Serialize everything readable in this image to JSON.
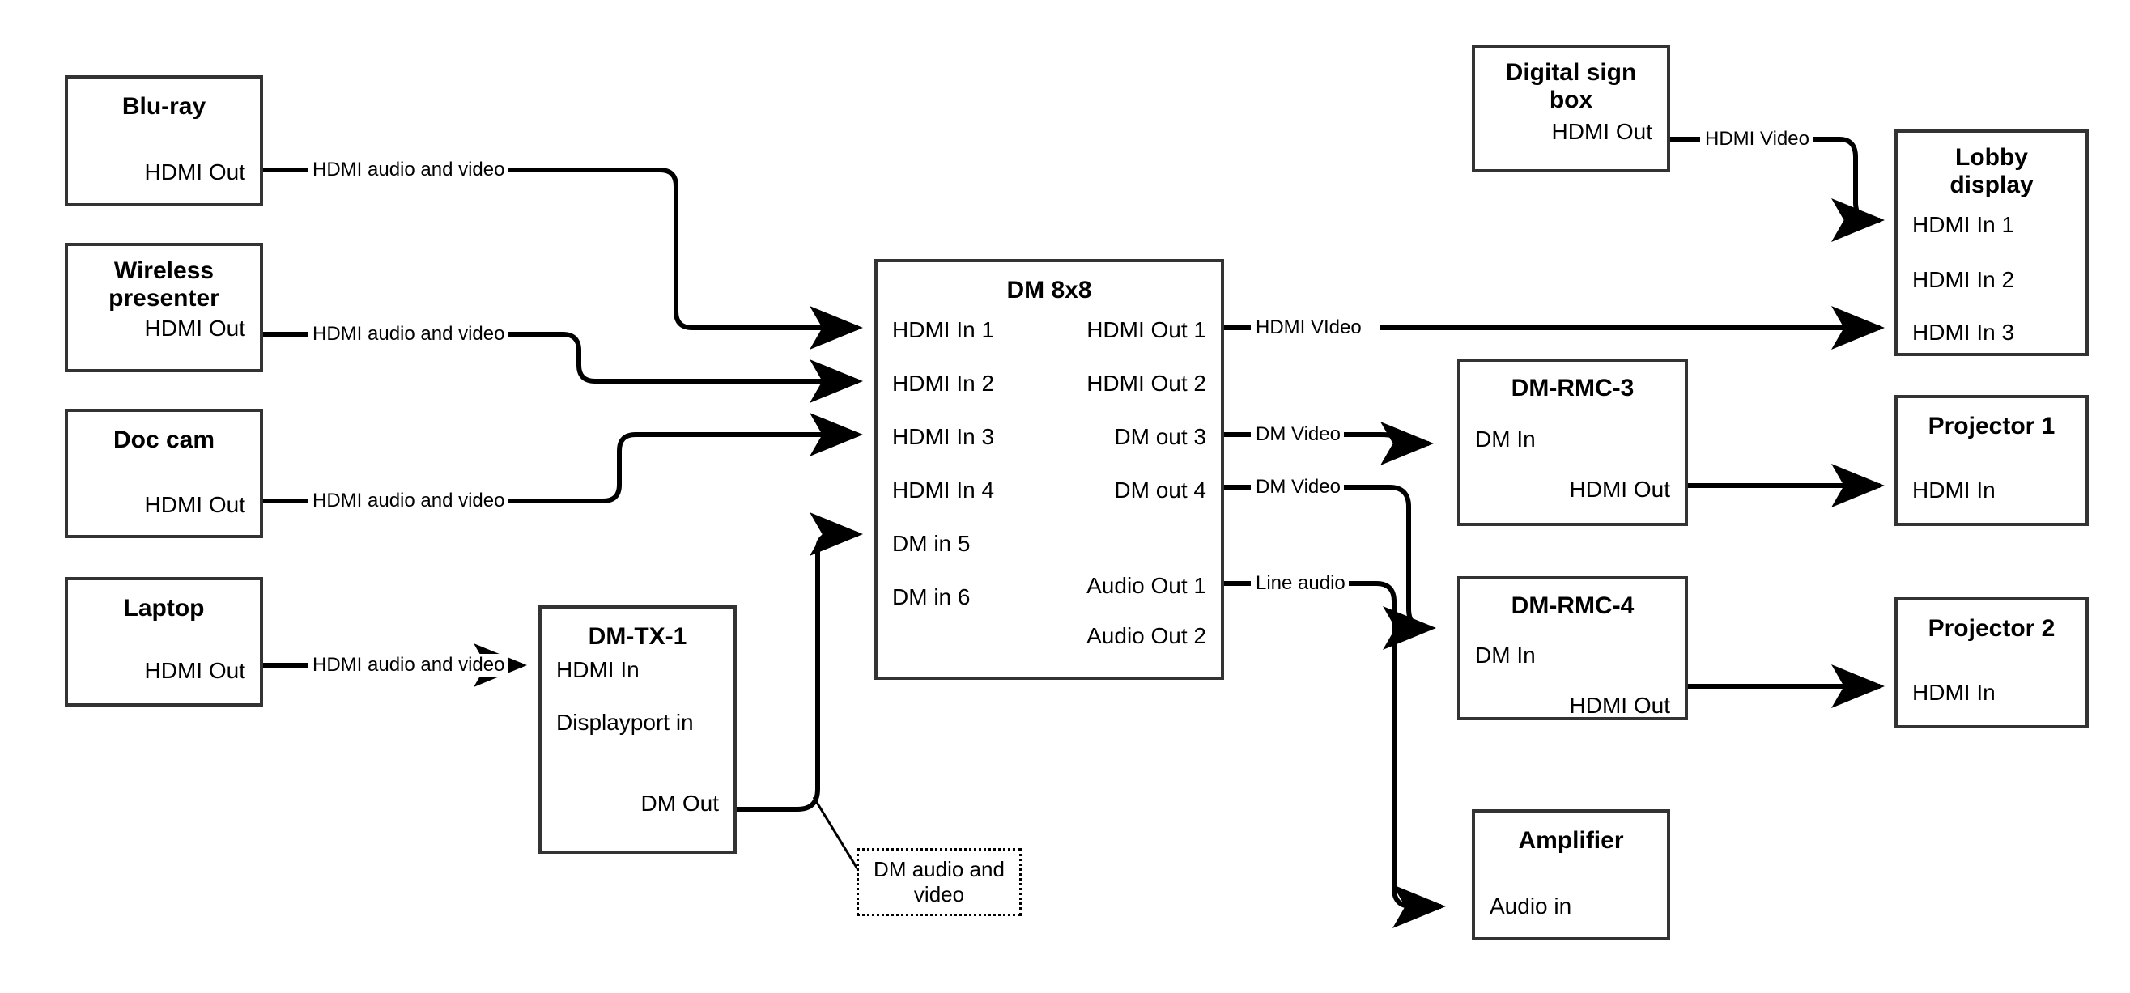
{
  "diagram": {
    "title": "AV signal flow diagram",
    "background_color": "#ffffff",
    "box_border_color": "#333333",
    "wire_color": "#000000"
  },
  "nodes": {
    "bluray": {
      "title": "Blu-ray",
      "ports": {
        "out1": "HDMI Out"
      }
    },
    "wireless": {
      "title": "Wireless\npresenter",
      "ports": {
        "out1": "HDMI Out"
      }
    },
    "doccam": {
      "title": "Doc cam",
      "ports": {
        "out1": "HDMI Out"
      }
    },
    "laptop": {
      "title": "Laptop",
      "ports": {
        "out1": "HDMI Out"
      }
    },
    "dmtx1": {
      "title": "DM-TX-1",
      "ports": {
        "in1": "HDMI In",
        "in2": "Displayport in",
        "out1": "DM Out"
      }
    },
    "dm8x8": {
      "title": "DM 8x8",
      "ports": {
        "in1": "HDMI In 1",
        "in2": "HDMI In 2",
        "in3": "HDMI In 3",
        "in4": "HDMI In 4",
        "in5": "DM in 5",
        "in6": "DM in 6",
        "out1": "HDMI Out 1",
        "out2": "HDMI Out 2",
        "out3": "DM out 3",
        "out4": "DM out 4",
        "aout1": "Audio Out 1",
        "aout2": "Audio Out 2"
      }
    },
    "signbox": {
      "title": "Digital sign\nbox",
      "ports": {
        "out1": "HDMI Out"
      }
    },
    "lobby": {
      "title": "Lobby\ndisplay",
      "ports": {
        "in1": "HDMI In 1",
        "in2": "HDMI In 2",
        "in3": "HDMI In 3"
      }
    },
    "rmc3": {
      "title": "DM-RMC-3",
      "ports": {
        "in1": "DM In",
        "out1": "HDMI Out"
      }
    },
    "rmc4": {
      "title": "DM-RMC-4",
      "ports": {
        "in1": "DM In",
        "out1": "HDMI Out"
      }
    },
    "proj1": {
      "title": "Projector 1",
      "ports": {
        "in1": "HDMI In"
      }
    },
    "proj2": {
      "title": "Projector 2",
      "ports": {
        "in1": "HDMI In"
      }
    },
    "amp": {
      "title": "Amplifier",
      "ports": {
        "in1": "Audio in"
      }
    }
  },
  "wire_labels": {
    "bluray_to_in1": "HDMI audio and video",
    "wireless_to_in2": "HDMI audio and video",
    "doccam_to_in3": "HDMI audio and video",
    "laptop_to_dmtx1": "HDMI audio and video",
    "signbox_to_lobby": "HDMI Video",
    "hdmiout1_to_lobby3": "HDMI VIdeo",
    "dmout3_to_rmc3": "DM Video",
    "dmout4_to_rmc4": "DM Video",
    "audioout1_to_amp": "Line audio"
  },
  "notes": {
    "dm_audio_video": "DM audio and video"
  },
  "connections": [
    {
      "from": "Blu-ray HDMI Out",
      "to": "DM 8x8 HDMI In 1",
      "label": "HDMI audio and video"
    },
    {
      "from": "Wireless presenter HDMI Out",
      "to": "DM 8x8 HDMI In 2",
      "label": "HDMI audio and video"
    },
    {
      "from": "Doc cam HDMI Out",
      "to": "DM 8x8 HDMI In 3",
      "label": "HDMI audio and video"
    },
    {
      "from": "Laptop HDMI Out",
      "to": "DM-TX-1 HDMI In",
      "label": "HDMI audio and video"
    },
    {
      "from": "DM-TX-1 DM Out",
      "to": "DM 8x8 DM in 5",
      "label": "DM audio and video"
    },
    {
      "from": "Digital sign box HDMI Out",
      "to": "Lobby display HDMI In 1",
      "label": "HDMI Video"
    },
    {
      "from": "DM 8x8 HDMI Out 1",
      "to": "Lobby display HDMI In 3",
      "label": "HDMI VIdeo"
    },
    {
      "from": "DM 8x8 DM out 3",
      "to": "DM-RMC-3 DM In",
      "label": "DM Video"
    },
    {
      "from": "DM 8x8 DM out 4",
      "to": "DM-RMC-4 DM In",
      "label": "DM Video"
    },
    {
      "from": "DM 8x8 Audio Out 1",
      "to": "Amplifier Audio in",
      "label": "Line audio"
    },
    {
      "from": "DM-RMC-3 HDMI Out",
      "to": "Projector 1 HDMI In",
      "label": ""
    },
    {
      "from": "DM-RMC-4 HDMI Out",
      "to": "Projector 2 HDMI In",
      "label": ""
    }
  ]
}
